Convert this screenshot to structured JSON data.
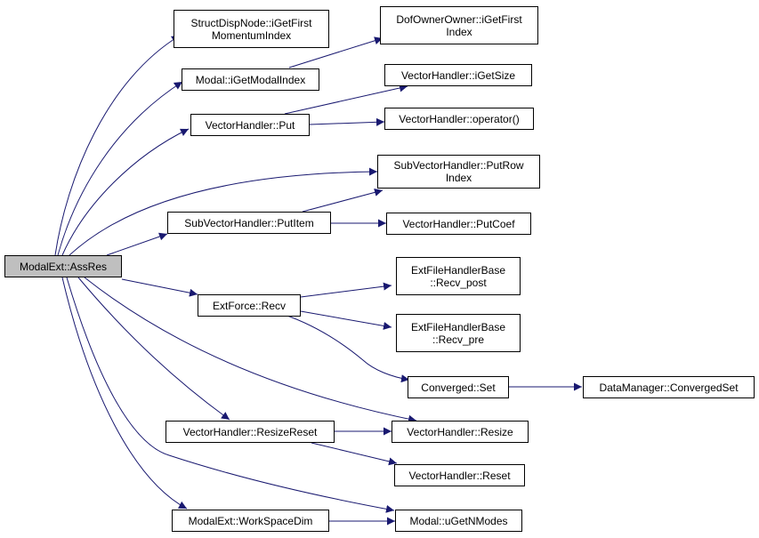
{
  "colors": {
    "edge": "#191970",
    "node_border": "#000000",
    "root_fill": "#bfbfbf",
    "node_fill": "#ffffff"
  },
  "nodes": {
    "root": {
      "lines": [
        "ModalExt::AssRes"
      ]
    },
    "struct_disp_node": {
      "lines": [
        "StructDispNode::iGetFirst",
        "MomentumIndex"
      ]
    },
    "modal_igetmodalindex": {
      "lines": [
        "Modal::iGetModalIndex"
      ]
    },
    "dof_owner_owner": {
      "lines": [
        "DofOwnerOwner::iGetFirst",
        "Index"
      ]
    },
    "vh_igetsize": {
      "lines": [
        "VectorHandler::iGetSize"
      ]
    },
    "vh_put": {
      "lines": [
        "VectorHandler::Put"
      ]
    },
    "vh_operator": {
      "lines": [
        "VectorHandler::operator()"
      ]
    },
    "svh_putrowindex": {
      "lines": [
        "SubVectorHandler::PutRow",
        "Index"
      ]
    },
    "svh_putitem": {
      "lines": [
        "SubVectorHandler::PutItem"
      ]
    },
    "vh_putcoef": {
      "lines": [
        "VectorHandler::PutCoef"
      ]
    },
    "extfile_recv_post": {
      "lines": [
        "ExtFileHandlerBase",
        "::Recv_post"
      ]
    },
    "extforce_recv": {
      "lines": [
        "ExtForce::Recv"
      ]
    },
    "extfile_recv_pre": {
      "lines": [
        "ExtFileHandlerBase",
        "::Recv_pre"
      ]
    },
    "converged_set": {
      "lines": [
        "Converged::Set"
      ]
    },
    "dm_convergedset": {
      "lines": [
        "DataManager::ConvergedSet"
      ]
    },
    "vh_resizereset": {
      "lines": [
        "VectorHandler::ResizeReset"
      ]
    },
    "vh_resize": {
      "lines": [
        "VectorHandler::Resize"
      ]
    },
    "vh_reset": {
      "lines": [
        "VectorHandler::Reset"
      ]
    },
    "modalext_workspacedim": {
      "lines": [
        "ModalExt::WorkSpaceDim"
      ]
    },
    "modal_ugetnmodes": {
      "lines": [
        "Modal::uGetNModes"
      ]
    }
  }
}
